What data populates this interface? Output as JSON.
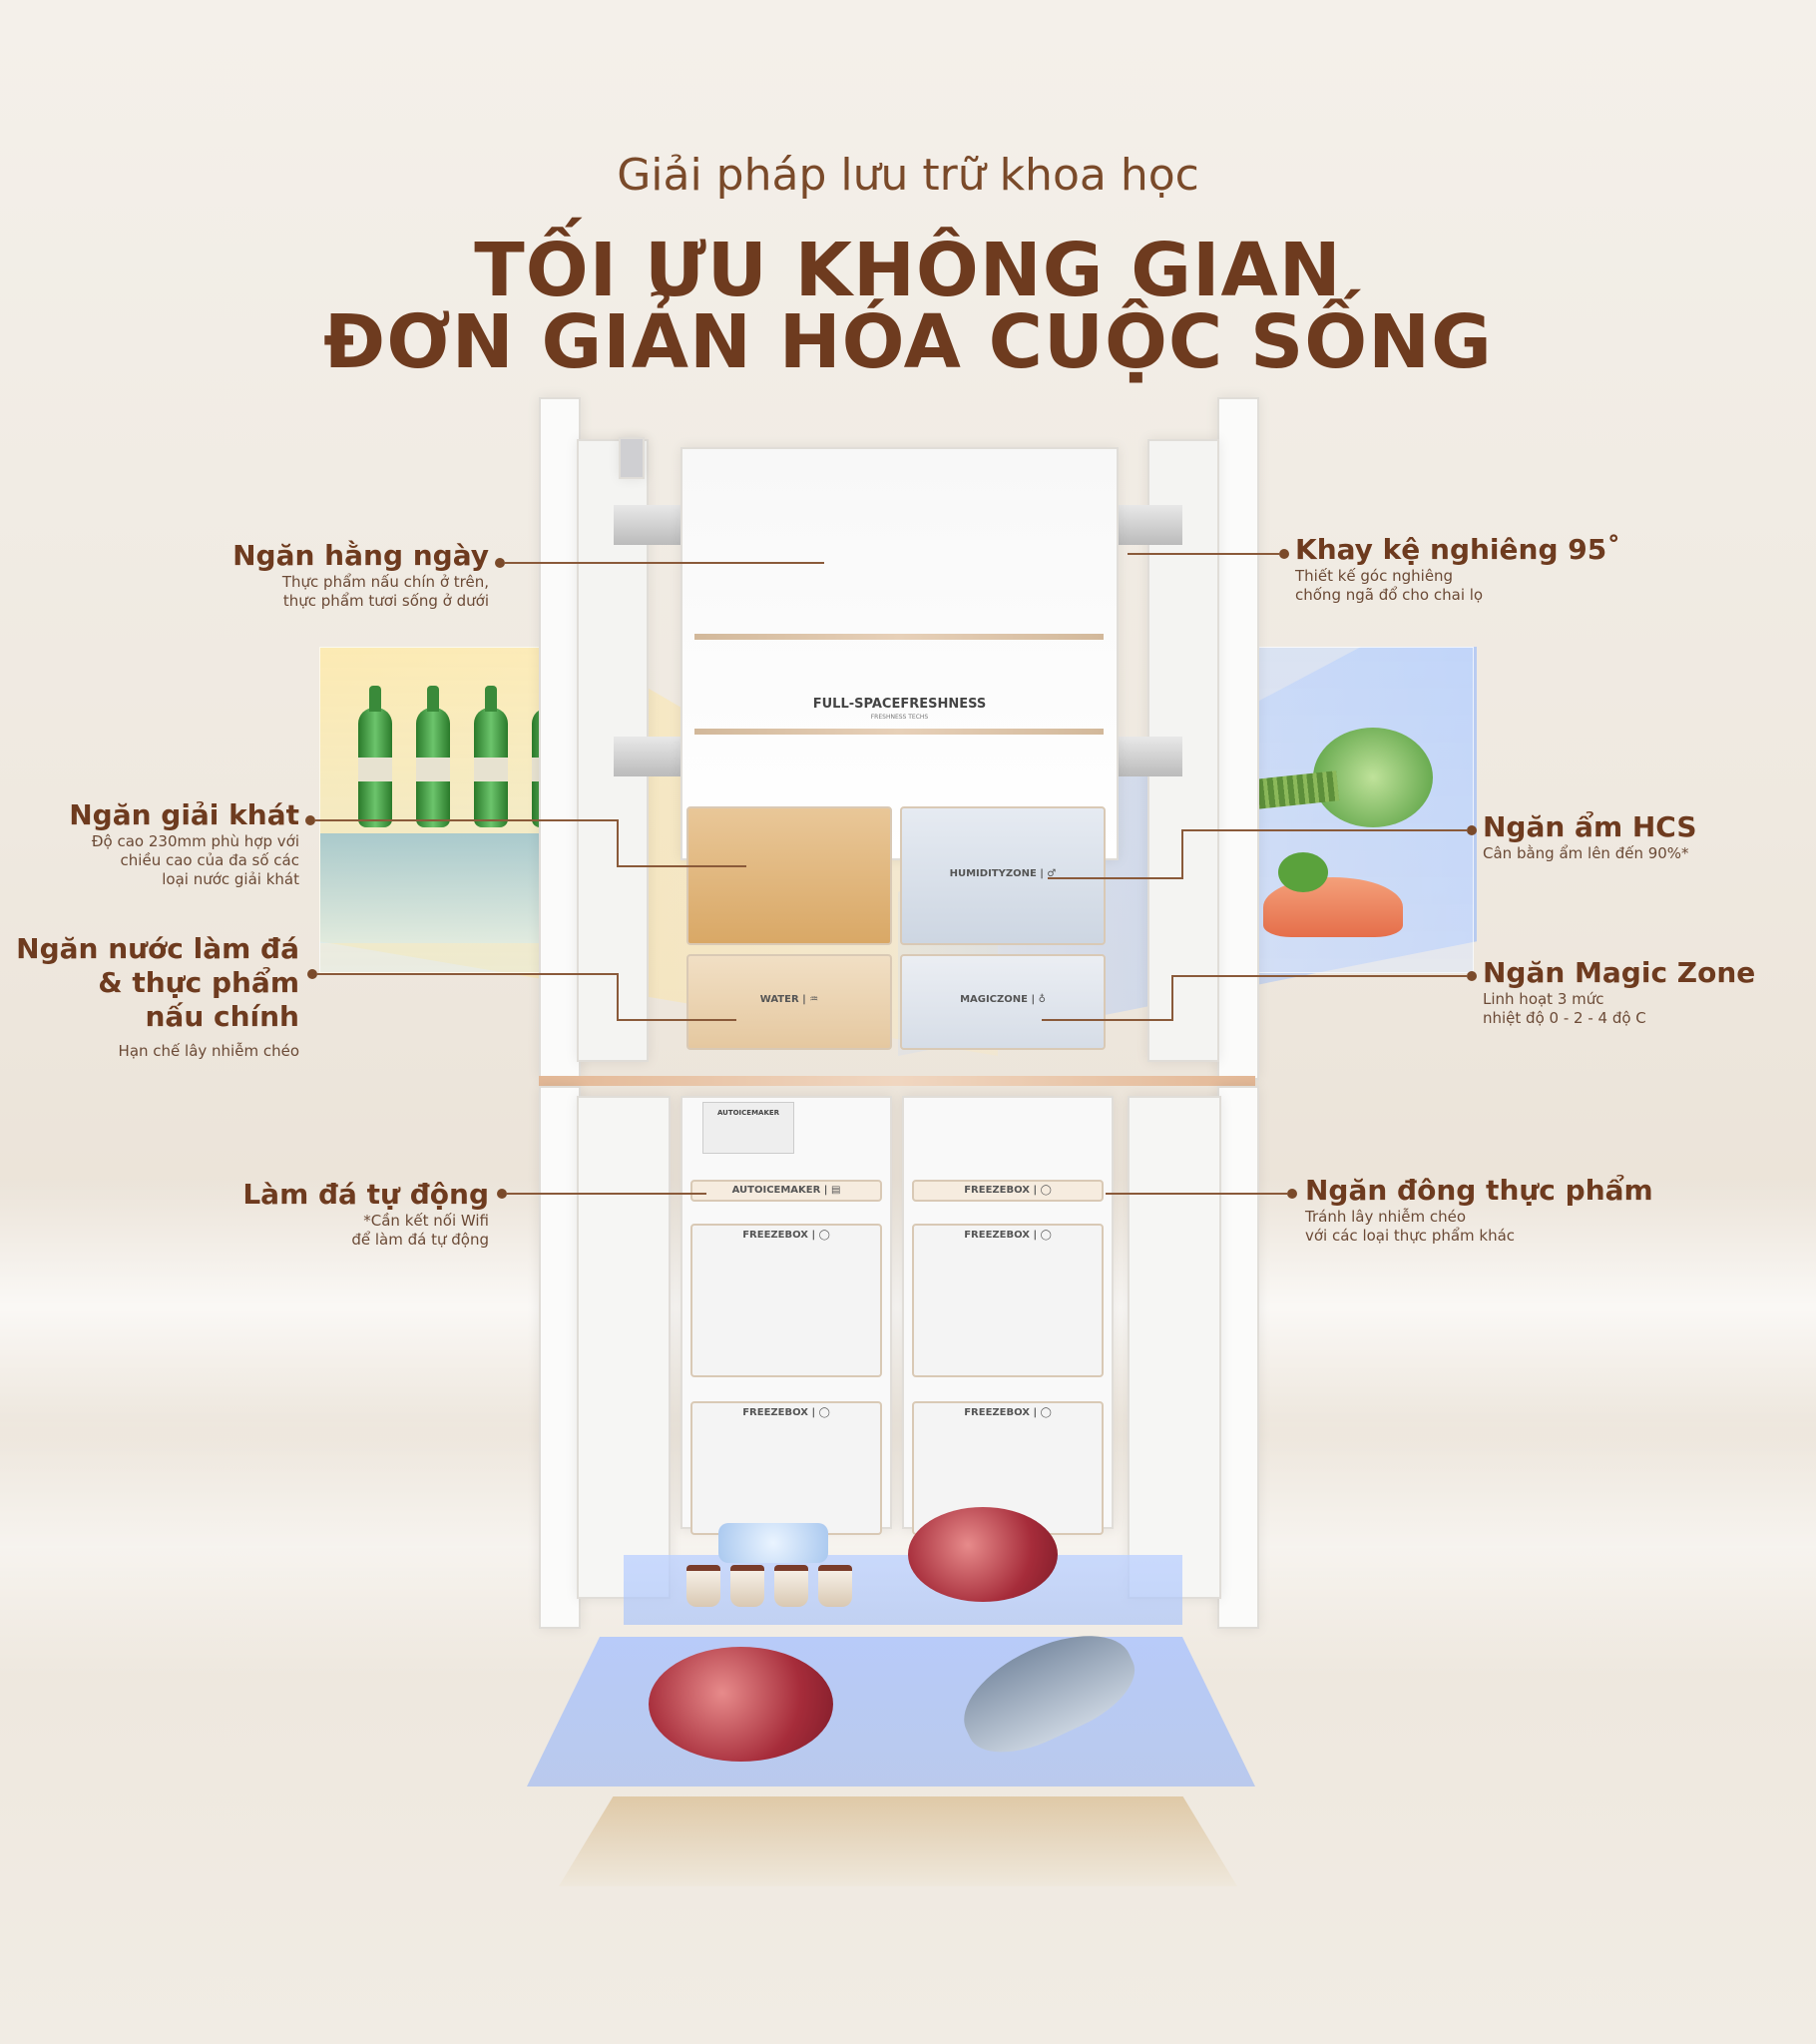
{
  "header": {
    "subtitle": "Giải pháp lưu trữ khoa học",
    "title_line1": "TỐI ƯU KHÔNG GIAN",
    "title_line2": "ĐƠN GIẢN HÓA CUỘC SỐNG"
  },
  "fridge_labels": {
    "full_space": "FULL-SPACEFRESHNESS",
    "freshness_tech": "FRESHNESS TECHS",
    "humidity_zone": "HUMIDITYZONE | ♂",
    "water": "WATER | ♒",
    "magic_zone": "MAGICZONE | ♁",
    "auto_icemaker_top": "AUTOICEMAKER",
    "auto_icemaker": "AUTOICEMAKER | ▤",
    "freeze_box": "FREEZEBOX | ◯"
  },
  "callouts": {
    "daily": {
      "title": "Ngăn hằng ngày",
      "desc1": "Thực phẩm nấu chín ở trên,",
      "desc2": "thực phẩm tươi sống ở dưới"
    },
    "drinks": {
      "title": "Ngăn giải khát",
      "desc1": "Độ cao 230mm phù hợp với",
      "desc2": "chiều cao của đa số các",
      "desc3": "loại nước giải khát"
    },
    "water": {
      "title1": "Ngăn nước làm đá",
      "title2": "& thực phẩm",
      "title3": "nấu chính",
      "desc1": "Hạn chế lây nhiễm chéo"
    },
    "ice": {
      "title": "Làm đá tự động",
      "desc1": "*Cần kết nối Wifi",
      "desc2": "để làm đá tự động"
    },
    "tilt": {
      "title": "Khay kệ nghiêng 95˚",
      "desc1": "Thiết kế góc nghiêng",
      "desc2": "chống ngã đổ cho chai lọ"
    },
    "hcs": {
      "title": "Ngăn ẩm HCS",
      "desc1": "Cân bằng ẩm lên đến 90%*"
    },
    "magic": {
      "title": "Ngăn Magic Zone",
      "desc1": "Linh hoạt 3 mức",
      "desc2": "nhiệt độ 0 - 2 - 4 độ C"
    },
    "freezer": {
      "title": "Ngăn đông thực phẩm",
      "desc1": "Tránh lây nhiễm chéo",
      "desc2": "với các loại thực phẩm khác"
    }
  },
  "colors": {
    "brown": "#6e3b1f",
    "gold_glow": "#ffe18c",
    "blue_glow": "#8cb4ff"
  }
}
